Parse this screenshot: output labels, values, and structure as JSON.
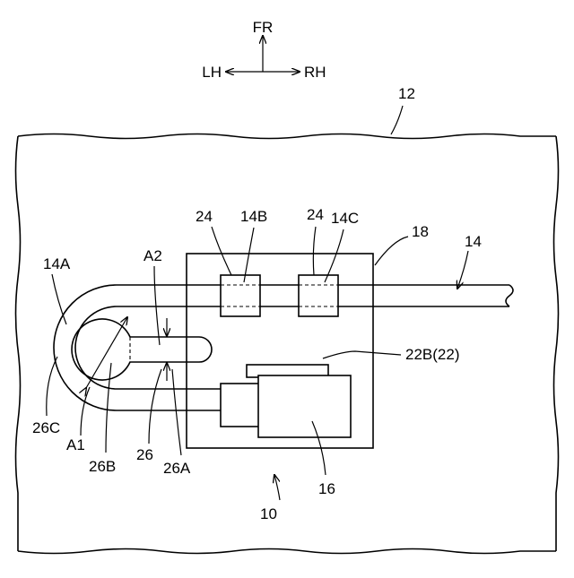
{
  "directions": {
    "front": "FR",
    "left": "LH",
    "right": "RH"
  },
  "labels": {
    "l12": "12",
    "l24a": "24",
    "l14b": "14B",
    "l24b": "24",
    "l14c": "14C",
    "l18": "18",
    "l14": "14",
    "l14a": "14A",
    "la2": "A2",
    "l22b": "22B(22)",
    "l26c": "26C",
    "la1": "A1",
    "l26b": "26B",
    "l26": "26",
    "l26a": "26A",
    "l16": "16",
    "l10": "10"
  }
}
